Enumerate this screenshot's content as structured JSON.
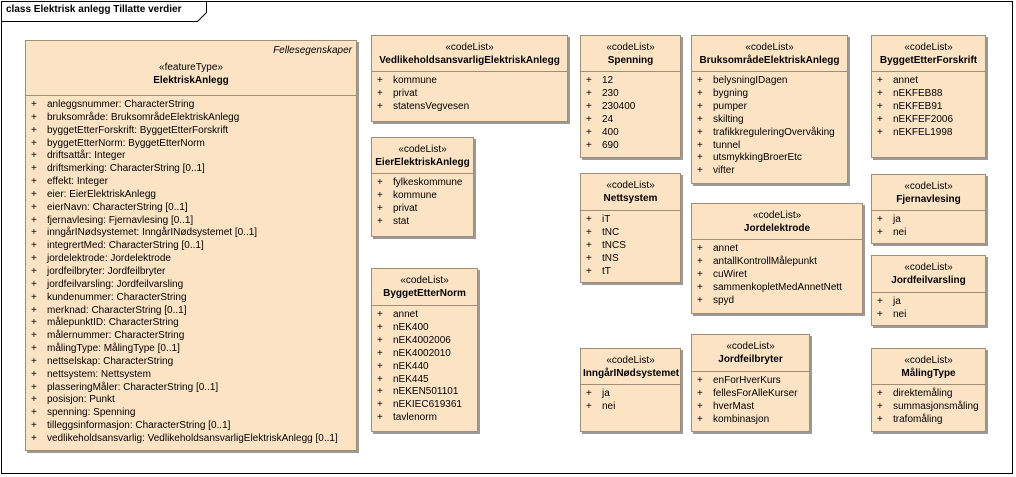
{
  "frame_title": "class Elektrisk anlegg Tillatte verdier",
  "classes": [
    {
      "id": "elektriskanlegg",
      "package": "Fellesegenskaper",
      "stereotype": "«featureType»",
      "name": "ElektriskAnlegg",
      "items": [
        "anleggsnummer: CharacterString",
        "bruksområde: BruksområdeElektriskAnlegg",
        "byggetEtterForskrift: ByggetEtterForskrift",
        "byggetEtterNorm: ByggetEtterNorm",
        "driftsattår: Integer",
        "driftsmerking: CharacterString [0..1]",
        "effekt: Integer",
        "eier: EierElektriskAnlegg",
        "eierNavn: CharacterString [0..1]",
        "fjernavlesing: Fjernavlesing [0..1]",
        "inngårINødsystemet: InngårINødsystemet [0..1]",
        "integrertMed: CharacterString [0..1]",
        "jordelektrode: Jordelektrode",
        "jordfeilbryter: Jordfeilbryter",
        "jordfeilvarsling: Jordfeilvarsling",
        "kundenummer: CharacterString",
        "merknad: CharacterString [0..1]",
        "målepunktID: CharacterString",
        "målernummer: CharacterString",
        "målingType: MålingType [0..1]",
        "nettselskap: CharacterString",
        "nettsystem: Nettsystem",
        "plasseringMåler: CharacterString [0..1]",
        "posisjon: Punkt",
        "spenning: Spenning",
        "tilleggsinformasjon: CharacterString [0..1]",
        "vedlikeholdsansvarlig: VedlikeholdsansvarligElektriskAnlegg [0..1]"
      ]
    },
    {
      "id": "vedlikehold",
      "stereotype": "«codeList»",
      "name": "VedlikeholdsansvarligElektriskAnlegg",
      "items": [
        "kommune",
        "privat",
        "statensVegvesen"
      ]
    },
    {
      "id": "eier",
      "stereotype": "«codeList»",
      "name": "EierElektriskAnlegg",
      "items": [
        "fylkeskommune",
        "kommune",
        "privat",
        "stat"
      ]
    },
    {
      "id": "byggetnorm",
      "stereotype": "«codeList»",
      "name": "ByggetEtterNorm",
      "items": [
        "annet",
        "nEK400",
        "nEK4002006",
        "nEK4002010",
        "nEK440",
        "nEK445",
        "nEKEN501101",
        "nEKIEC619361",
        "tavlenorm"
      ]
    },
    {
      "id": "spenning",
      "stereotype": "«codeList»",
      "name": "Spenning",
      "items": [
        "12",
        "230",
        "230400",
        "24",
        "400",
        "690"
      ]
    },
    {
      "id": "nettsystem",
      "stereotype": "«codeList»",
      "name": "Nettsystem",
      "items": [
        "iT",
        "tNC",
        "tNCS",
        "tNS",
        "tT"
      ]
    },
    {
      "id": "inngaar",
      "stereotype": "«codeList»",
      "name": "InngårINødsystemet",
      "items": [
        "ja",
        "nei"
      ]
    },
    {
      "id": "bruksomrade",
      "stereotype": "«codeList»",
      "name": "BruksområdeElektriskAnlegg",
      "items": [
        "belysningIDagen",
        "bygning",
        "pumper",
        "skilting",
        "trafikkreguleringOvervåking",
        "tunnel",
        "utsmykkingBroerEtc",
        "vifter"
      ]
    },
    {
      "id": "jordelektrode",
      "stereotype": "«codeList»",
      "name": "Jordelektrode",
      "items": [
        "annet",
        "antallKontrollMålepunkt",
        "cuWiret",
        "sammenkopletMedAnnetNett",
        "spyd"
      ]
    },
    {
      "id": "jordfeilbryter",
      "stereotype": "«codeList»",
      "name": "Jordfeilbryter",
      "items": [
        "enForHverKurs",
        "fellesForAlleKurser",
        "hverMast",
        "kombinasjon"
      ]
    },
    {
      "id": "forskrift",
      "stereotype": "«codeList»",
      "name": "ByggetEtterForskrift",
      "items": [
        "annet",
        "nEKFEB88",
        "nEKFEB91",
        "nEKFEF2006",
        "nEKFEL1998"
      ]
    },
    {
      "id": "fjernavlesing",
      "stereotype": "«codeList»",
      "name": "Fjernavlesing",
      "items": [
        "ja",
        "nei"
      ]
    },
    {
      "id": "jordfeilvarsling",
      "stereotype": "«codeList»",
      "name": "Jordfeilvarsling",
      "items": [
        "ja",
        "nei"
      ]
    },
    {
      "id": "malingtype",
      "stereotype": "«codeList»",
      "name": "MålingType",
      "items": [
        "direktemåling",
        "summasjonsmåling",
        "trafomåling"
      ]
    }
  ]
}
